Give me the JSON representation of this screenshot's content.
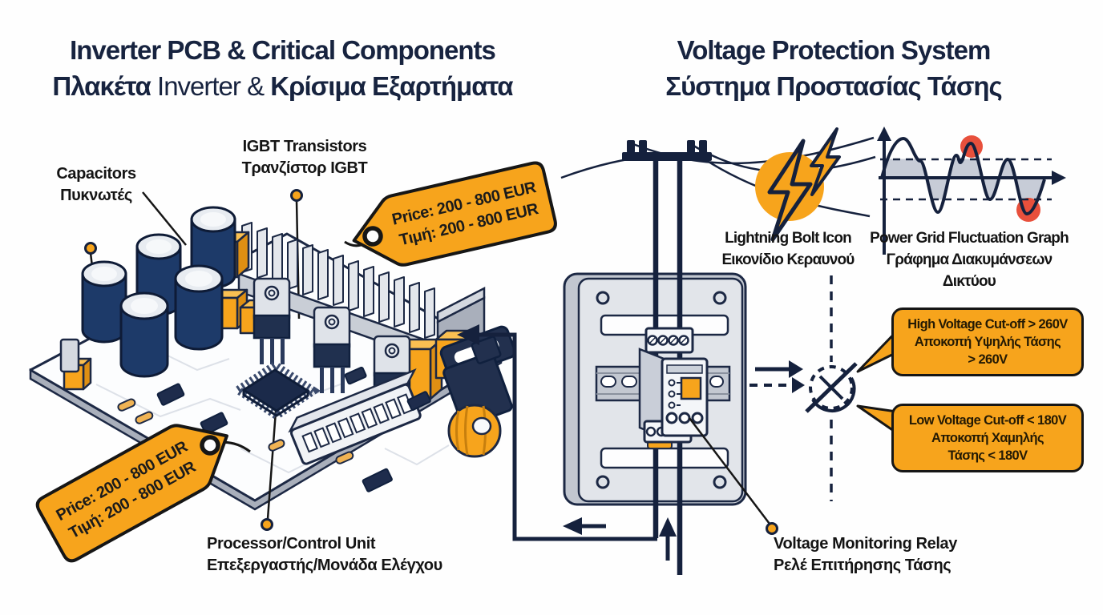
{
  "colors": {
    "navy": "#15213D",
    "orange": "#F7A41C",
    "red": "#E8503C",
    "gray_fill": "#C7CCD7",
    "title_navy": "#17233F",
    "label_black": "#141414"
  },
  "left": {
    "title_en": "Inverter PCB & Critical Components",
    "title_gr_pre": "Πλακέτα",
    "title_gr_mid": " Inverter & ",
    "title_gr_post": "Κρίσιμα Εξαρτήματα",
    "capacitors_en": "Capacitors",
    "capacitors_gr": "Πυκνωτές",
    "igbt_en": "IGBT Transistors",
    "igbt_gr": "Τρανζίστορ IGBT",
    "processor_en": "Processor/Control Unit",
    "processor_gr": "Επεξεργαστής/Μονάδα Ελέγχου",
    "price_en": "Price: 200 - 800 EUR",
    "price_gr": "Τιμή: 200 - 800 EUR"
  },
  "right": {
    "title_en": "Voltage Protection System",
    "title_gr": "Σύστημα Προστασίας Τάσης",
    "lightning_en": "Lightning Bolt Icon",
    "lightning_gr": "Εικονίδιο Κεραυνού",
    "graph_en": "Power Grid Fluctuation Graph",
    "graph_gr": "Γράφημα Διακυμάνσεων Δικτύου",
    "relay_en": "Voltage Monitoring Relay",
    "relay_gr": "Ρελέ Επιτήρησης Τάσης",
    "high_cutoff": [
      "High Voltage Cut-off > 260V",
      "Αποκοπή Υψηλής Τάσης",
      "> 260V"
    ],
    "low_cutoff": [
      "Low Voltage Cut-off < 180V",
      "Αποκοπή Χαμηλής",
      "Τάσης < 180V"
    ]
  }
}
